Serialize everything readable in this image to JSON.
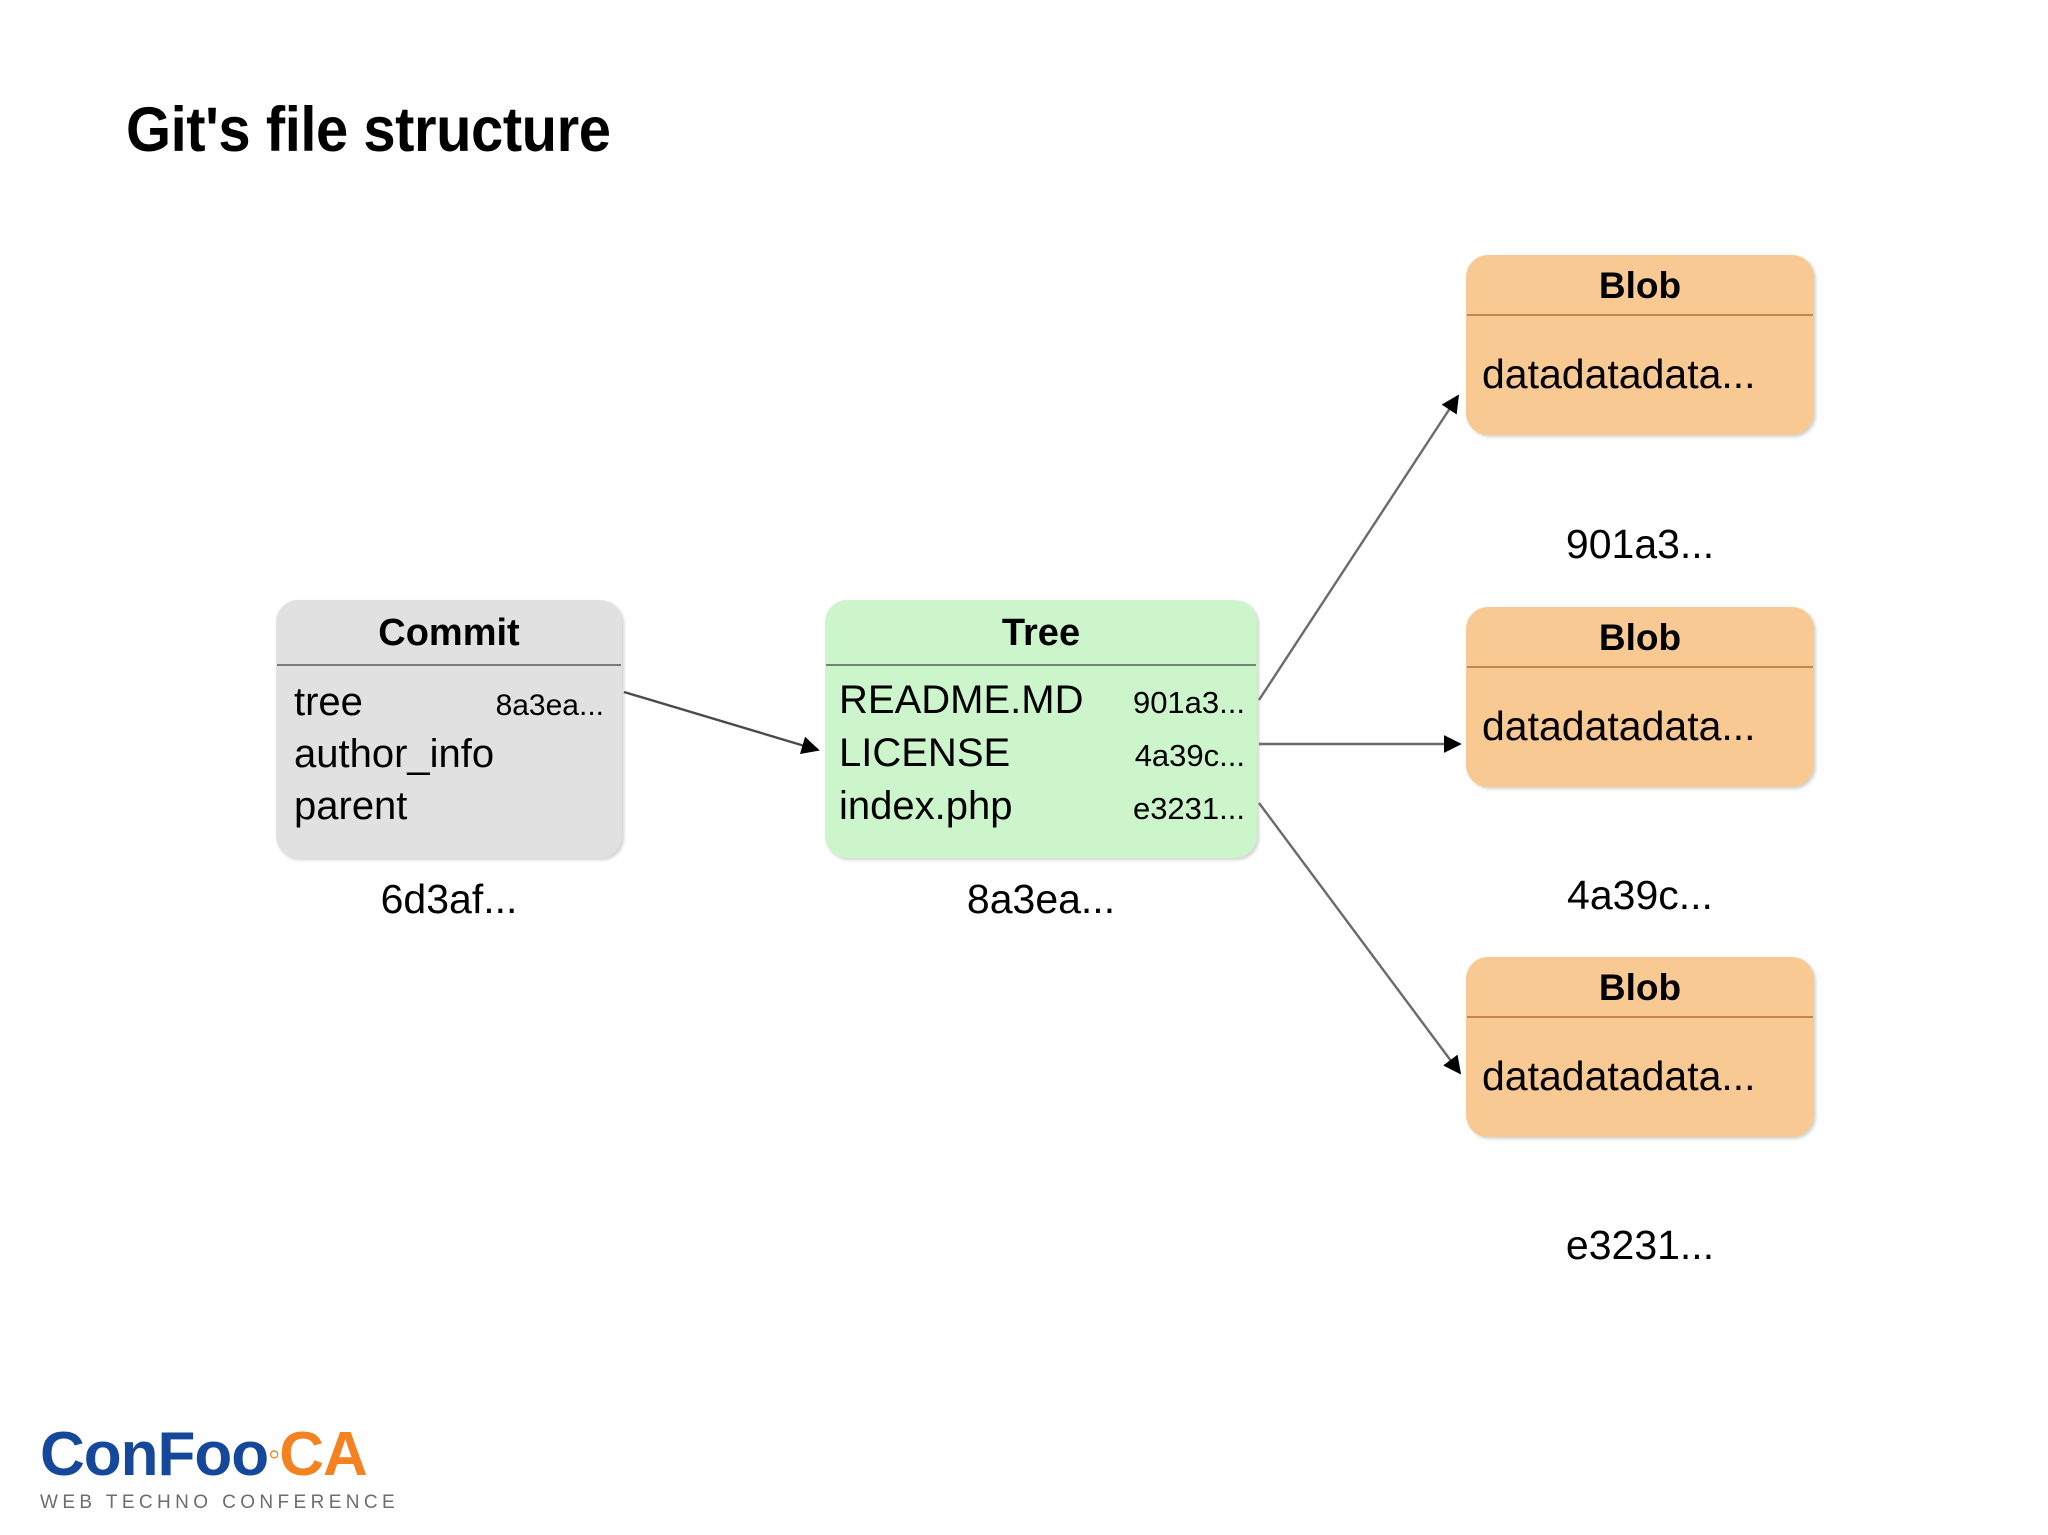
{
  "slide": {
    "title": "Git's file structure",
    "background_color": "#ffffff"
  },
  "nodes": {
    "commit": {
      "header": "Commit",
      "color": "#e1e1e1",
      "caption": "6d3af...",
      "rows": [
        {
          "key": "tree",
          "value": "8a3ea..."
        },
        {
          "key": "author_info",
          "value": ""
        },
        {
          "key": "parent",
          "value": ""
        }
      ]
    },
    "tree": {
      "header": "Tree",
      "color": "#ccf5cc",
      "caption": "8a3ea...",
      "rows": [
        {
          "key": "README.MD",
          "value": "901a3..."
        },
        {
          "key": "LICENSE",
          "value": "4a39c..."
        },
        {
          "key": "index.php",
          "value": "e3231..."
        }
      ]
    },
    "blobs": [
      {
        "header": "Blob",
        "color": "#f9c994",
        "body": "datadatadata...",
        "caption": "901a3..."
      },
      {
        "header": "Blob",
        "color": "#f9c994",
        "body": "datadatadata...",
        "caption": "4a39c..."
      },
      {
        "header": "Blob",
        "color": "#f9c994",
        "body": "datadatadata...",
        "caption": "e3231..."
      }
    ]
  },
  "arrows": [
    {
      "name": "commit-to-tree",
      "from": "commit.tree",
      "to": "tree"
    },
    {
      "name": "tree-to-blob-1",
      "from": "tree.README.MD",
      "to": "blob-1"
    },
    {
      "name": "tree-to-blob-2",
      "from": "tree.LICENSE",
      "to": "blob-2"
    },
    {
      "name": "tree-to-blob-3",
      "from": "tree.index.php",
      "to": "blob-3"
    }
  ],
  "logo": {
    "con": "ConFoo",
    "dot": "◦",
    "ca": "CA",
    "tagline": "WEB TECHNO CONFERENCE",
    "brand_blue": "#15479b",
    "brand_orange": "#f58220"
  }
}
